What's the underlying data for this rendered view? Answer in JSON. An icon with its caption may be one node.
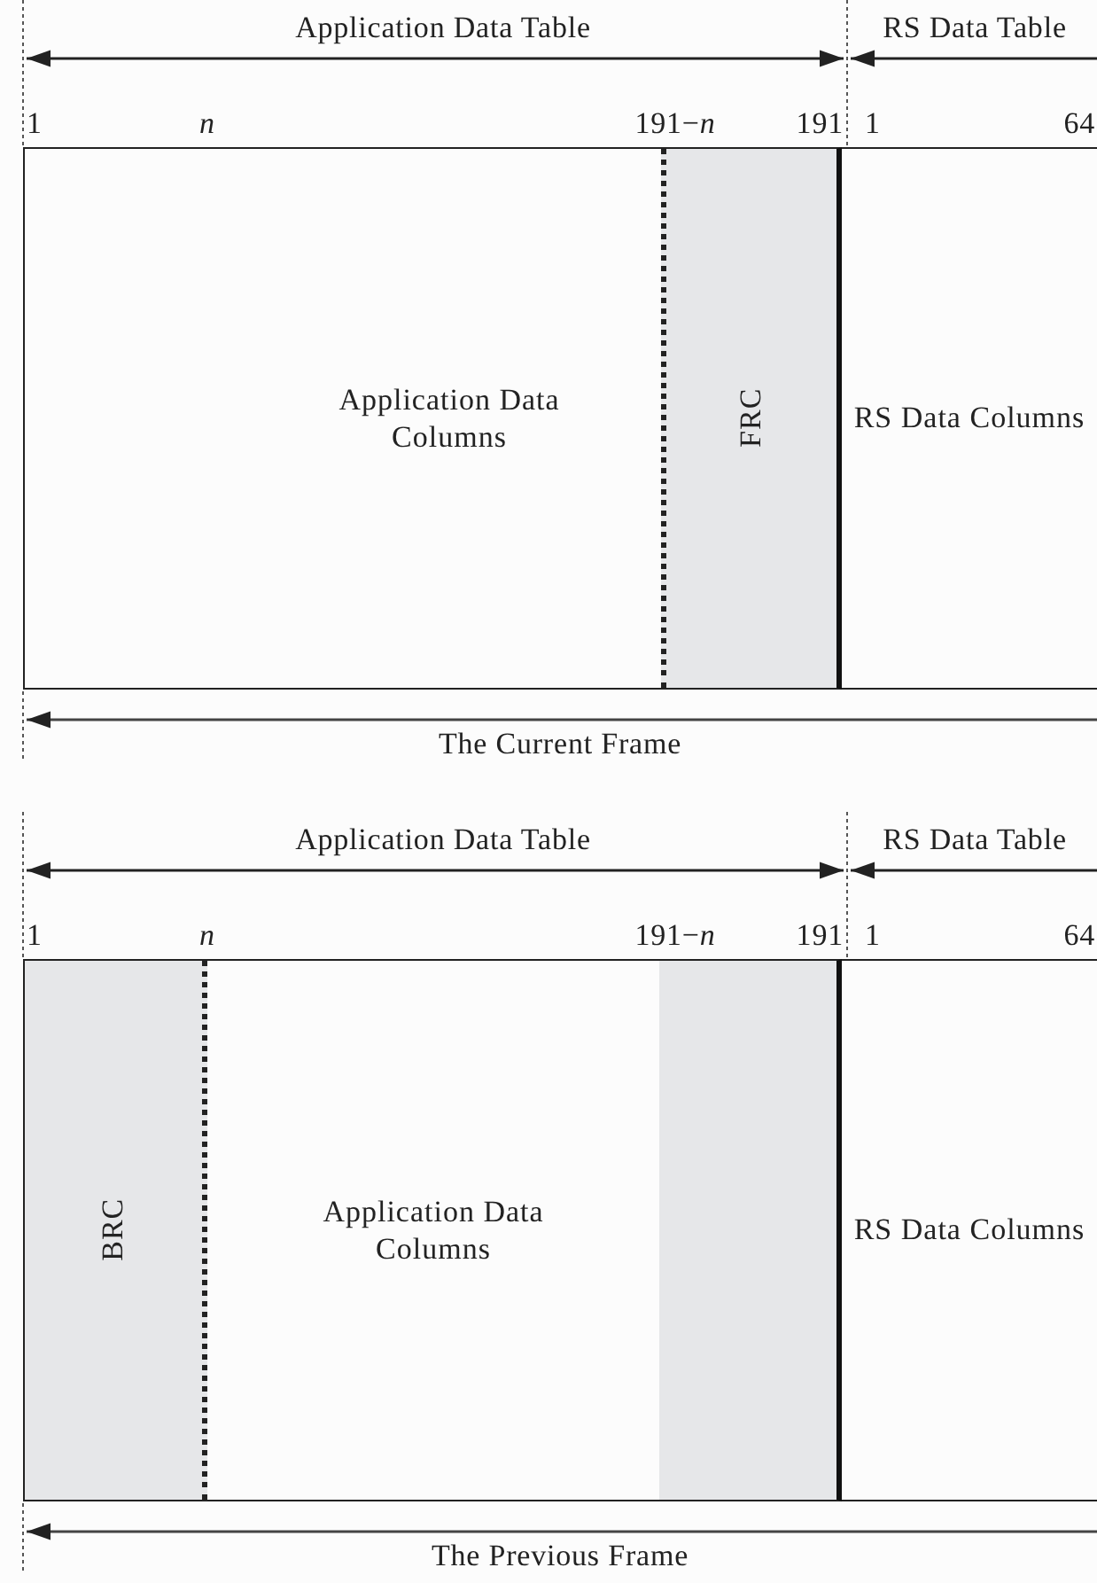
{
  "diagram": {
    "nodes": [
      {
        "text": [
          "Application Data Columns"
        ]
      },
      {
        "text": [
          "FRC"
        ]
      },
      {
        "text": [
          "RS Data Columns"
        ]
      },
      {
        "text": [
          "BRC"
        ]
      },
      {
        "text": [
          "Application Data Columns"
        ]
      },
      {
        "text": [],
        "shape": "box"
      },
      {
        "text": [
          "RS Data Columns"
        ]
      }
    ],
    "edges": [],
    "labels": [
      "Application Data Table",
      "RS Data Table",
      "1",
      "n",
      "191−*n*",
      "191",
      "1",
      "64",
      "The Current Frame",
      "Application Data Table",
      "RS Data Table",
      "1",
      "n",
      "191−*n*",
      "191",
      "1",
      "64",
      "The Previous Frame"
    ]
  }
}
